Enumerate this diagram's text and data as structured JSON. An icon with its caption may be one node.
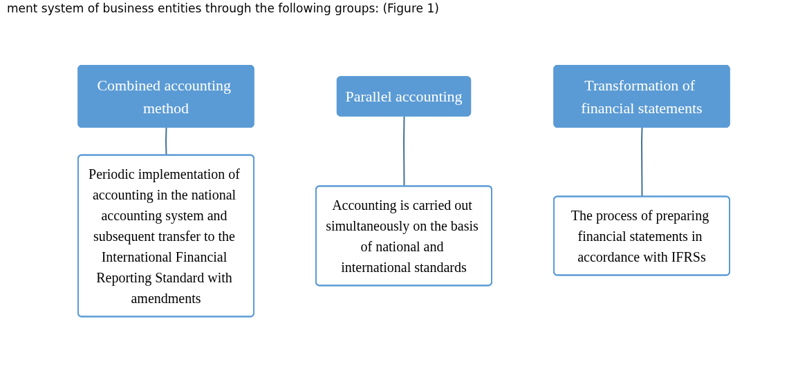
{
  "diagram": {
    "nodes": [
      {
        "text": [
          "Combined accounting method"
        ]
      },
      {
        "text": [
          "Parallel accounting"
        ]
      },
      {
        "text": [
          "Transformation of financial statements"
        ]
      },
      {
        "text": [
          "Periodic implementation of accounting in the national accounting system and subsequent transfer to the International Financial Reporting Standard with amendments"
        ]
      },
      {
        "text": [
          "Accounting is carried out simultaneously on the basis of national and international standards"
        ]
      },
      {
        "text": [
          "The process of preparing financial statements in accordance with IFRSs"
        ]
      }
    ],
    "edges": [
      {
        "from": 0,
        "to": 3,
        "arrow": "none"
      },
      {
        "from": 1,
        "to": 4,
        "arrow": "none"
      },
      {
        "from": 2,
        "to": 5,
        "arrow": "none"
      }
    ],
    "labels": [
      "ment system of business entities through the following groups: (Figure 1)"
    ]
  }
}
